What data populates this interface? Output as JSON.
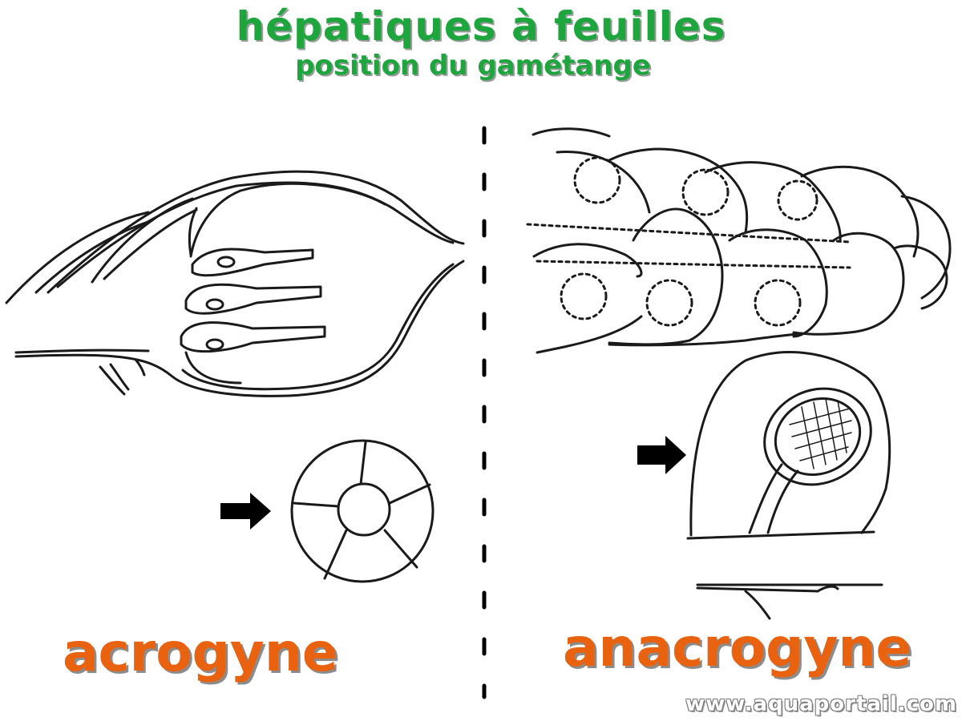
{
  "header": {
    "title": "hépatiques à feuilles",
    "subtitle": "position du gamétange"
  },
  "panels": {
    "left_label": "acrogyne",
    "right_label": "anacrogyne"
  },
  "footer": {
    "website": "www.aquaportail.com"
  },
  "colors": {
    "title": "#1fa53d",
    "label": "#e8620f",
    "line": "#1a1a1a",
    "arrow": "#000000"
  }
}
